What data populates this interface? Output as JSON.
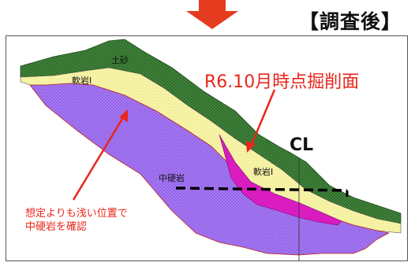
{
  "header": {
    "title": "【調査後】"
  },
  "labels": {
    "topsoil": "土砂",
    "soft_rock_top": "軟岩Ⅰ",
    "soft_rock_mid": "軟岩Ⅰ",
    "medium_hard_rock": "中硬岩",
    "centerline": "CL"
  },
  "callouts": {
    "excavation_surface": "R6.10月時点掘削面",
    "finding_line1": "想定よりも浅い位置で",
    "finding_line2": "中硬岩を確認"
  },
  "colors": {
    "arrow_top": "#e53b1f",
    "callout_red": "#e8261b",
    "topsoil_green": "#2e6b2a",
    "soft_rock_yellow": "#f7f3a6",
    "medium_hard_purple": "#a77cf0",
    "excavation_magenta": "#e21fc7"
  }
}
